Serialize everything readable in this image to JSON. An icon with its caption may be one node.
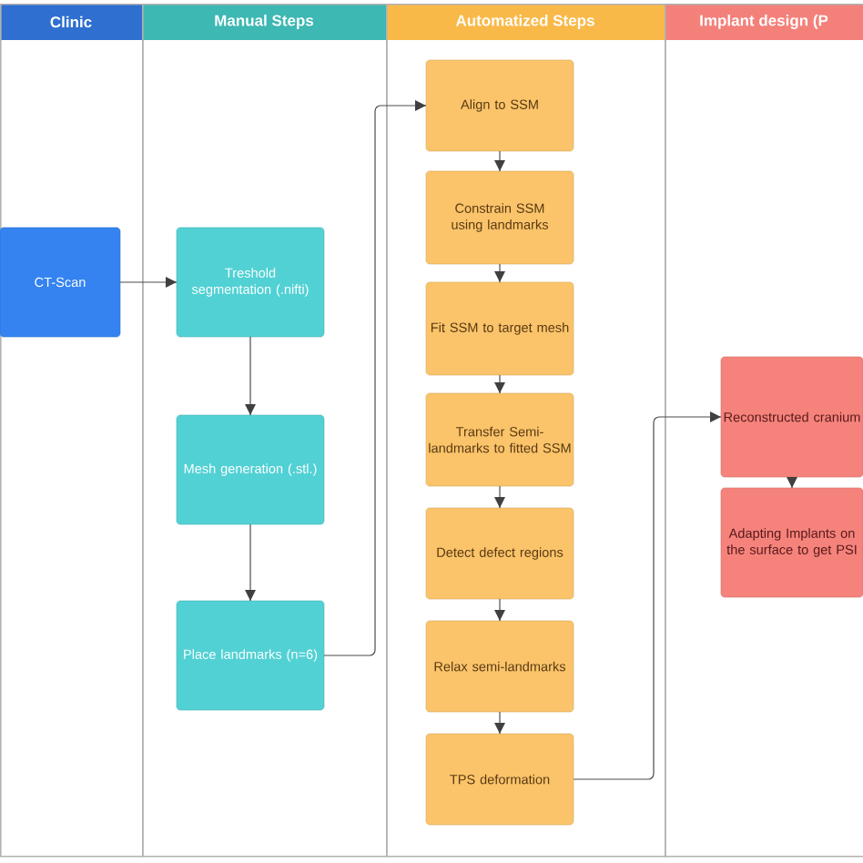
{
  "diagram": {
    "nodes": [
      {
        "text": [
          "Clinic"
        ]
      },
      {
        "text": [
          "Manual Steps"
        ]
      },
      {
        "text": [
          "Automatized Steps"
        ]
      },
      {
        "text": [
          "Implant design (P"
        ]
      },
      {
        "text": [
          "CT-Scan"
        ],
        "in": 0
      },
      {
        "text": [
          "Treshold segmentation (.nifti)"
        ],
        "in": 1
      },
      {
        "text": [
          "Mesh generation (.stl.)"
        ],
        "in": 1
      },
      {
        "text": [
          "Place landmarks (n=6)"
        ],
        "in": 1
      },
      {
        "text": [
          "Align to SSM"
        ],
        "in": 2
      },
      {
        "text": [
          "Constrain SSM using landmarks"
        ],
        "in": 2
      },
      {
        "text": [
          "Fit SSM to target mesh"
        ],
        "in": 2
      },
      {
        "text": [
          "Transfer Semi-landmarks to fitted SSM"
        ],
        "in": 2
      },
      {
        "text": [
          "Detect defect regions"
        ],
        "in": 2
      },
      {
        "text": [
          "Relax semi-landmarks"
        ],
        "in": 2
      },
      {
        "text": [
          "TPS deformation"
        ],
        "in": 2
      },
      {
        "text": [
          "Reconstructed cranium"
        ],
        "in": 3
      },
      {
        "text": [
          "Adapting Implants on the surface to get PSI"
        ],
        "in": 3
      }
    ],
    "edges": [
      {
        "from": 4,
        "to": 5,
        "arrow": "to"
      },
      {
        "from": 5,
        "to": 6,
        "arrow": "to"
      },
      {
        "from": 6,
        "to": 7,
        "arrow": "to"
      },
      {
        "from": 7,
        "to": 8,
        "arrow": "to"
      },
      {
        "from": 8,
        "to": 9,
        "arrow": "to"
      },
      {
        "from": 9,
        "to": 10,
        "arrow": "to"
      },
      {
        "from": 10,
        "to": 11,
        "arrow": "to"
      },
      {
        "from": 11,
        "to": 12,
        "arrow": "to"
      },
      {
        "from": 12,
        "to": 13,
        "arrow": "to"
      },
      {
        "from": 13,
        "to": 14,
        "arrow": "to"
      },
      {
        "from": 14,
        "to": 15,
        "arrow": "to"
      },
      {
        "from": 15,
        "to": 16,
        "arrow": "to"
      }
    ]
  }
}
